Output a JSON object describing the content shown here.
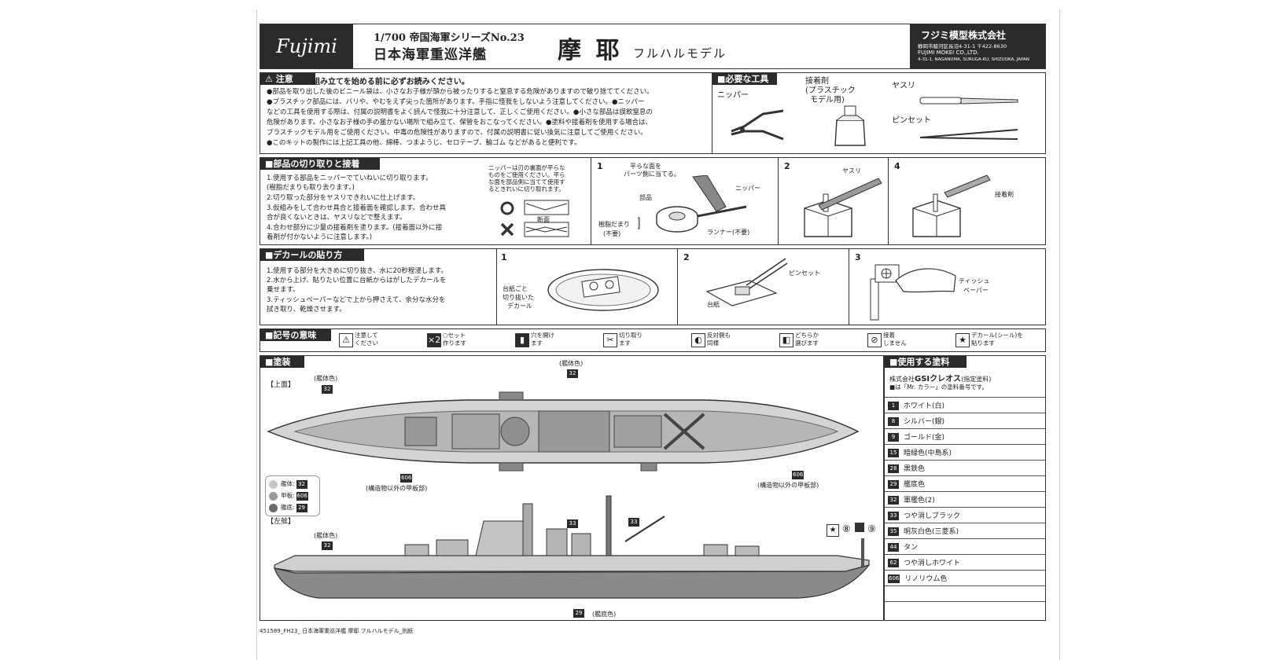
{
  "header": {
    "brand": "Fujimi",
    "series": "1/700 帝国海軍シリーズNo.23",
    "subtitle": "日本海軍重巡洋艦",
    "ship_name": "摩 耶",
    "model_type": "フルハルモデル",
    "company": "フジミ模型株式会社",
    "company_address": "静岡市駿河区長沼4-31-1 〒422-8630",
    "company_en": "FUJIMI MOKEI CO.,LTD.",
    "company_en_address": "4-31-1, NAGANUMA, SURUGA-KU, SHIZUOKA, JAPAN"
  },
  "caution": {
    "badge": "注意",
    "title": "組み立てを始める前に必ずお読みください。",
    "lines": [
      "●部品を取り出した後のビニール袋は、小さなお子様が頭から被ったりすると窒息する危険がありますので破り捨ててください。",
      "●プラスチック部品には、バリや、やむをえず尖った箇所があります。手指に怪我をしないよう注意してください。●ニッパー",
      "などの工具を使用する際は、付属の説明書をよく読んで怪我に十分注意して、正しくご使用ください。●小さな部品は誤飲窒息の",
      "危険があります。小さなお子様の手の届かない場所で組み立て、保管をおこなってください。●塗料や接着剤を使用する場合は、",
      "プラスチックモデル用をご使用ください。中毒の危険性がありますので、付属の説明書に従い換気に注意してご使用ください。",
      "●このキットの製作には上記工具の他、綿棒、つまようじ、セロテープ、輪ゴム などがあると便利です。"
    ]
  },
  "tools": {
    "title": "必要な工具",
    "nipper": "ニッパー",
    "glue": "接着剤",
    "glue_note1": "(プラスチック",
    "glue_note2": "モデル用)",
    "file": "ヤスリ",
    "tweezers": "ピンセット"
  },
  "cutting": {
    "title": "部品の切り取りと接着",
    "steps": [
      "1.使用する部品をニッパーでていねいに切り取ります。",
      "  (樹脂だまりも取り去ります。)",
      "2.切り取った部分をヤスリできれいに仕上げます。",
      "3.仮組みをして合わせ具合と接着面を確認します。合わせ具",
      "  合が良くないときは、ヤスリなどで整えます。",
      "4.合わせ部分に少量の接着剤を塗ります。(接着面以外に接",
      "  着剤が付かないように注意します。)"
    ],
    "note_lines": [
      "ニッパーは刃の裏面が平らな",
      "ものをご使用ください。平ら",
      "な面を部品側に当てて使用す",
      "るときれいに切り取れます。"
    ],
    "section_label": "断面",
    "step1": "1",
    "step1_note1": "平らな面を",
    "step1_note2": "パーツ側に当てる。",
    "step1_nipper": "ニッパー",
    "step1_part": "部品",
    "step1_resin": "樹脂だまり",
    "step1_resin_note": "(不要)",
    "step1_runner": "ランナー(不要)",
    "step2": "2",
    "step2_file": "ヤスリ",
    "step4": "4",
    "step4_glue": "接着剤"
  },
  "decal": {
    "title": "デカールの貼り方",
    "steps": [
      "1.使用する部分を大きめに切り抜き、水に20秒程浸します。",
      "2.水から上げ、貼りたい位置に台紙からはがしたデカールを",
      "  乗せます。",
      "3.ティッシュペーパーなどで上から押さえて、余分な水分を",
      "  拭き取り、乾燥させます。"
    ],
    "step1": "1",
    "step1_label1": "台紙ごと",
    "step1_label2": "切り抜いた",
    "step1_label3": "デカール",
    "step2": "2",
    "step2_tweezers": "ピンセット",
    "step2_base": "台紙",
    "step3": "3",
    "step3_tissue1": "ティッシュ",
    "step3_tissue2": "ペーパー"
  },
  "symbols": {
    "title": "記号の意味",
    "items": [
      {
        "icon": "warning-icon",
        "text1": "注意して",
        "text2": "ください"
      },
      {
        "icon": "times-two-icon",
        "text1": "○セット",
        "text2": "作ります"
      },
      {
        "icon": "drill-hole-icon",
        "text1": "穴を開け",
        "text2": "ます"
      },
      {
        "icon": "cut-off-icon",
        "text1": "切り取り",
        "text2": "ます"
      },
      {
        "icon": "opposite-side-icon",
        "text1": "反対側も",
        "text2": "同様"
      },
      {
        "icon": "choose-either-icon",
        "text1": "どちらか",
        "text2": "選びます"
      },
      {
        "icon": "no-glue-icon",
        "text1": "接着",
        "text2": "しません"
      },
      {
        "icon": "decal-icon",
        "text1": "デカール(シール)を",
        "text2": "貼ります"
      }
    ]
  },
  "painting": {
    "title": "塗装",
    "top_view": "【上面】",
    "side_view": "【左舷】",
    "hull_color_label": "(艦体色)",
    "hull_color_num": "32",
    "deck_label": "(構造物以外の甲板部)",
    "deck_num": "606",
    "bottom_label": "(艦底色)",
    "bottom_num": "29",
    "superstructure_num": "33",
    "legend": [
      {
        "label": "艦体:",
        "num": "32",
        "color": "#c8c8c8"
      },
      {
        "label": "甲板:",
        "num": "606",
        "color": "#9a9a9a"
      },
      {
        "label": "艦底:",
        "num": "29",
        "color": "#6a6a6a"
      }
    ],
    "decal_markers": [
      "⑧",
      "⑨"
    ]
  },
  "paints": {
    "title": "使用する塗料",
    "maker_prefix": "株式会社",
    "maker": "GSIクレオス",
    "maker_note": "(指定塗料)",
    "note": "■は「Mr. カラー」の塗料番号です。",
    "list": [
      {
        "num": "1",
        "name": "ホワイト(白)"
      },
      {
        "num": "8",
        "name": "シルバー(銀)"
      },
      {
        "num": "9",
        "name": "ゴールド(金)"
      },
      {
        "num": "15",
        "name": "暗緑色(中島系)"
      },
      {
        "num": "28",
        "name": "黒鉄色"
      },
      {
        "num": "29",
        "name": "艦底色"
      },
      {
        "num": "32",
        "name": "軍艦色(2)"
      },
      {
        "num": "33",
        "name": "つや消しブラック"
      },
      {
        "num": "35",
        "name": "明灰白色(三菱系)"
      },
      {
        "num": "44",
        "name": "タン"
      },
      {
        "num": "62",
        "name": "つや消しホワイト"
      },
      {
        "num": "606",
        "name": "リノリウム色"
      }
    ]
  },
  "footer": "451589_FH23_ 日本海軍重巡洋艦 摩耶 フルハルモデル_別紙"
}
